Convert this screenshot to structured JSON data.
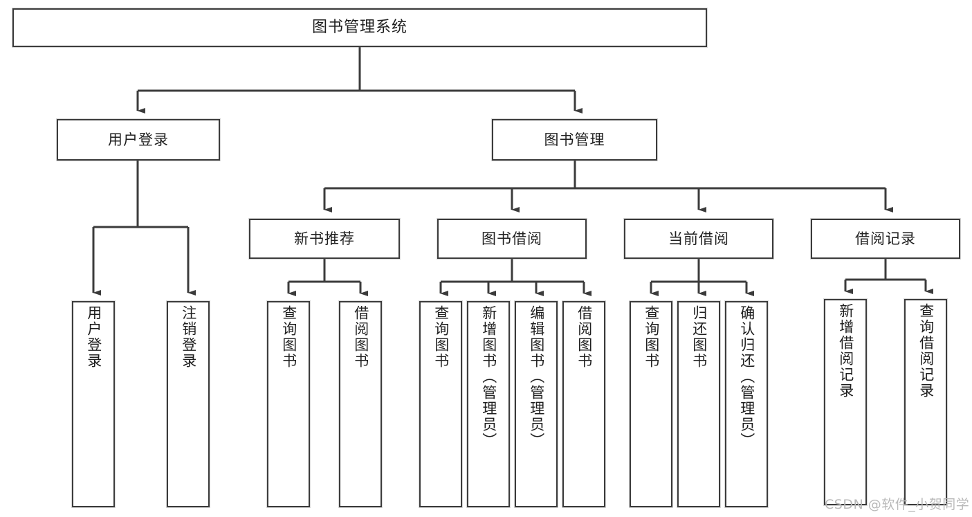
{
  "diagram": {
    "title": "图书管理系统",
    "type": "hierarchy-tree",
    "watermark": "CSDN @软件_小贺同学",
    "colors": {
      "background": "#ffffff",
      "node_border": "#3b3b3b",
      "node_fill": "#ffffff",
      "edge": "#3b3b3b",
      "text": "#1f1f1f",
      "watermark": "#b9b9b9"
    },
    "nodes": {
      "root": {
        "label": "图书管理系统"
      },
      "level1": [
        {
          "id": "user-login",
          "label": "用户登录"
        },
        {
          "id": "book-manage",
          "label": "图书管理"
        }
      ],
      "level2": [
        {
          "id": "new-book-recommend",
          "label": "新书推荐"
        },
        {
          "id": "book-borrow",
          "label": "图书借阅"
        },
        {
          "id": "current-borrow",
          "label": "当前借阅"
        },
        {
          "id": "borrow-record",
          "label": "借阅记录"
        }
      ],
      "leaves": {
        "user_login": [
          {
            "id": "leaf-user-login",
            "label": "用户登录"
          },
          {
            "id": "leaf-logout-login",
            "label": "注销登录"
          }
        ],
        "new_book_recommend": [
          {
            "id": "leaf-query-book-1",
            "label": "查询图书"
          },
          {
            "id": "leaf-borrow-book-1",
            "label": "借阅图书"
          }
        ],
        "book_borrow": [
          {
            "id": "leaf-query-book-2",
            "label": "查询图书"
          },
          {
            "id": "leaf-add-book",
            "label": "新增图书（管理员）"
          },
          {
            "id": "leaf-edit-book",
            "label": "编辑图书（管理员）"
          },
          {
            "id": "leaf-borrow-book-2",
            "label": "借阅图书"
          }
        ],
        "current_borrow": [
          {
            "id": "leaf-query-book-3",
            "label": "查询图书"
          },
          {
            "id": "leaf-return-book",
            "label": "归还图书"
          },
          {
            "id": "leaf-confirm-return",
            "label": "确认归还（管理员）"
          }
        ],
        "borrow_record": [
          {
            "id": "leaf-add-record",
            "label": "新增借阅记录"
          },
          {
            "id": "leaf-query-record",
            "label": "查询借阅记录"
          }
        ]
      }
    }
  }
}
